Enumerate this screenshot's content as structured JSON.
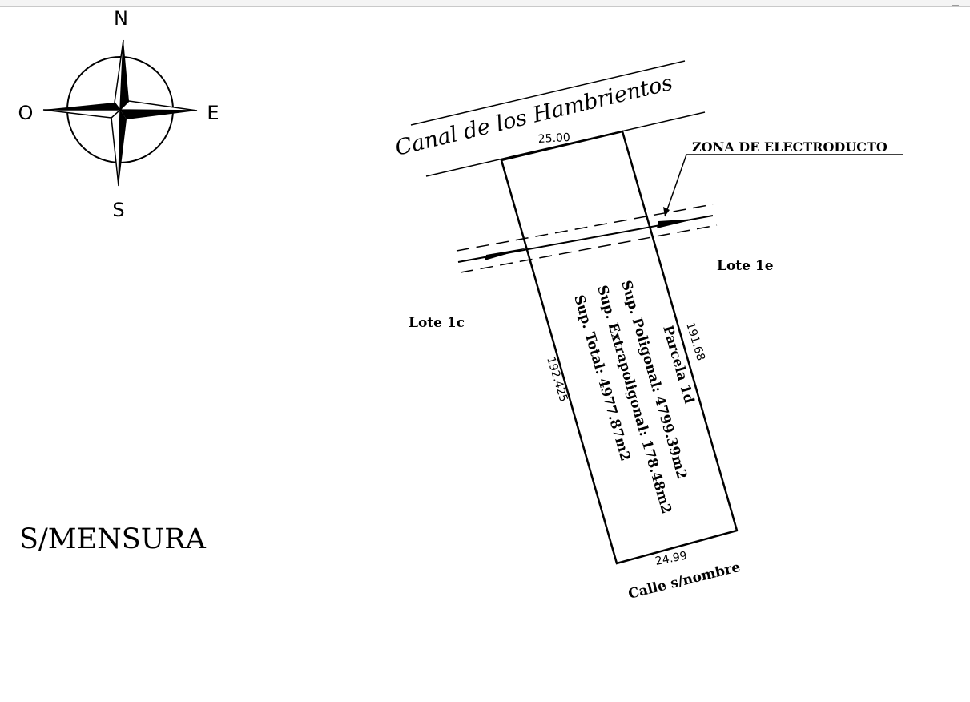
{
  "compass": {
    "north": "N",
    "south": "S",
    "east": "E",
    "west": "O"
  },
  "canal": {
    "name": "Canal de los Hambrientos"
  },
  "parcel": {
    "front_dimension": "25.00",
    "right_dimension": "191.68",
    "left_dimension": "192.425",
    "back_dimension": "24.99",
    "name": "Parcela 1d",
    "sup_poligonal": "Sup. Poligonal: 4799.39m2",
    "sup_extrapoligonal": "Sup. Extrapoligonal: 178.48m2",
    "sup_total": "Sup. Total: 4977.87m2"
  },
  "neighbors": {
    "east": "Lote 1e",
    "west": "Lote 1c"
  },
  "street": {
    "name": "Calle s/nombre"
  },
  "electroducto": {
    "label": "ZONA DE ELECTRODUCTO"
  },
  "stamp": {
    "text": "S/MENSURA"
  }
}
